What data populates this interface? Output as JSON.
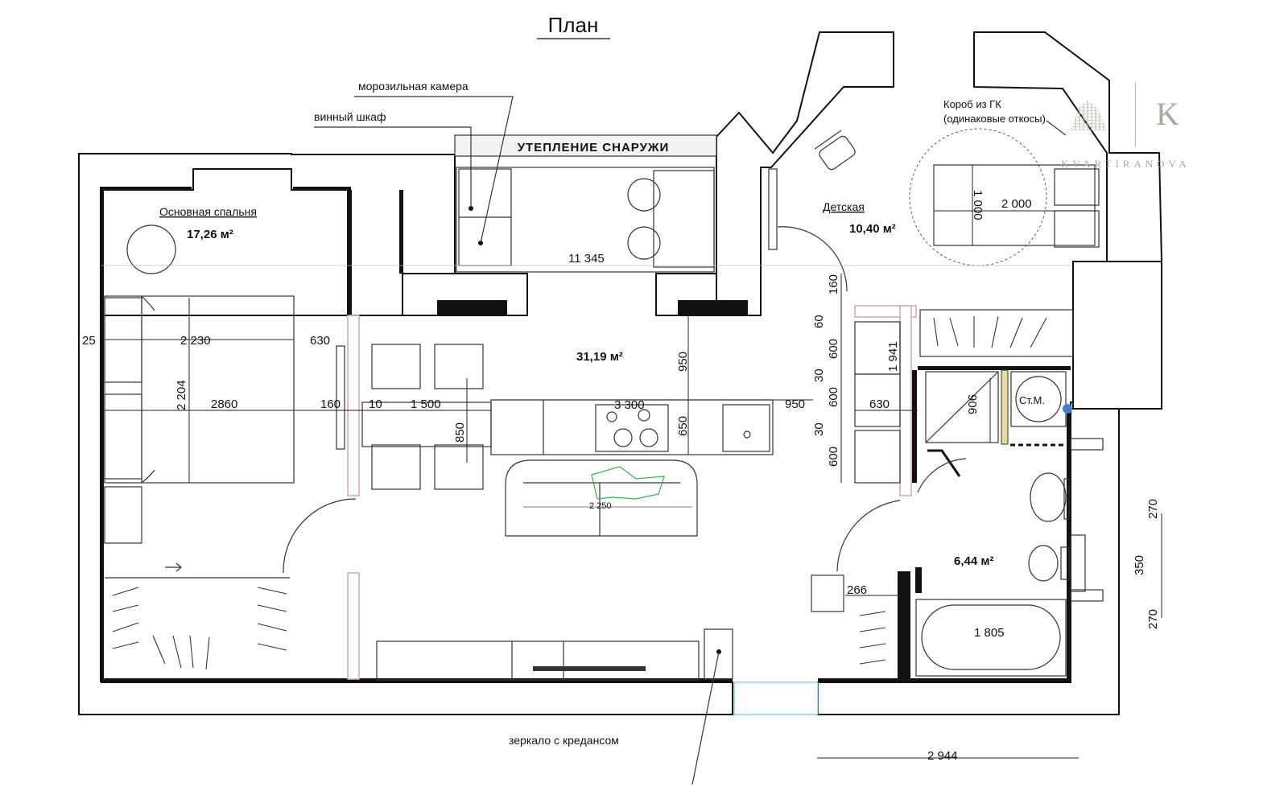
{
  "title": "План",
  "callouts": {
    "freezer": "морозильная камера",
    "wine": "винный шкаф",
    "insulation": "УТЕПЛЕНИЕ СНАРУЖИ",
    "mirror": "зеркало с крeдансом",
    "gk_box_1": "Короб из ГК",
    "gk_box_2": "(одинаковые откосы)",
    "laundry": "Ст.М."
  },
  "rooms": {
    "master_bedroom_name": "Основная спальня",
    "master_bedroom_area": "17,26 м²",
    "kids_room_name": "Детская",
    "kids_room_area": "10,40 м²",
    "living_area": "31,19 м²",
    "bathroom_area": "6,44 м²"
  },
  "dimensions": {
    "balcony_len": "11 345",
    "bed_w": "2 230",
    "bed_l": "2 204",
    "bedroom_len": "2860",
    "left_25": "25",
    "d630a": "630",
    "d160a": "160",
    "d10": "10",
    "d1500": "1 500",
    "d850": "850",
    "d3300": "3 300",
    "d950a": "950",
    "d650": "650",
    "d950b": "950",
    "sofa": "2 250",
    "d160b": "160",
    "d60": "60",
    "d600a": "600",
    "d30a": "30",
    "d600b": "600",
    "d30b": "30",
    "d600c": "600",
    "d630b": "630",
    "d1941": "1 941",
    "d906": "906",
    "kid_bed_w": "1 000",
    "kid_bed_l": "2 000",
    "d270a": "270",
    "d350": "350",
    "d270b": "270",
    "d266": "266",
    "tub": "1 805",
    "d2944": "2 944"
  },
  "brand": {
    "letter": "K",
    "word": "KVARTIRANOVA",
    "color": "#9fae99"
  }
}
